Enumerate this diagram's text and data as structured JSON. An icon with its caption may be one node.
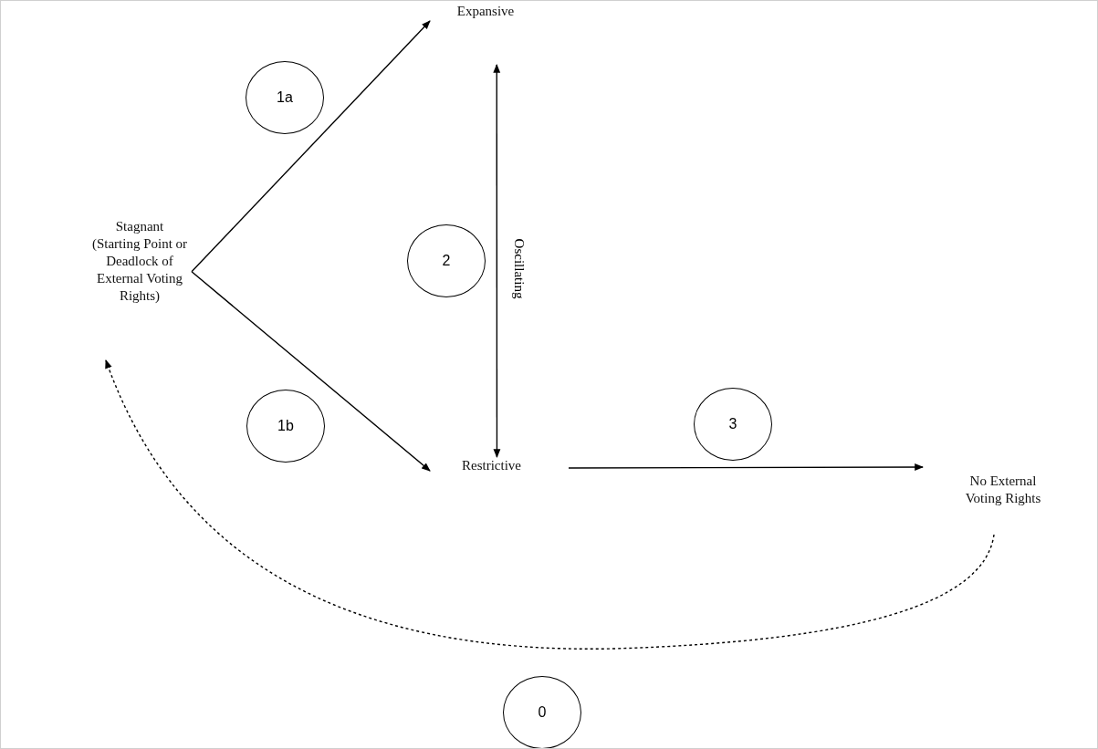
{
  "diagram": {
    "nodes": [
      {
        "text": [
          "Stagnant",
          "(Starting Point or Deadlock of External Voting Rights)"
        ]
      },
      {
        "text": [
          "Expansive"
        ]
      },
      {
        "text": [
          "Restrictive"
        ]
      },
      {
        "text": [
          "No External Voting Rights"
        ]
      },
      {
        "text": [
          "1a"
        ]
      },
      {
        "text": [
          "2"
        ]
      },
      {
        "text": [
          "1b"
        ]
      },
      {
        "text": [
          "3"
        ]
      },
      {
        "text": [
          "0"
        ]
      }
    ],
    "edges": [
      {
        "from": 0,
        "to": 1,
        "arrow": "to"
      },
      {
        "from": 0,
        "to": 2,
        "arrow": "to"
      },
      {
        "from": 1,
        "to": 2,
        "arrow": "both",
        "label": "Oscillating"
      },
      {
        "from": 2,
        "to": 3,
        "arrow": "to"
      },
      {
        "from": 3,
        "to": 0,
        "arrow": "to",
        "style": "dashed"
      }
    ]
  }
}
